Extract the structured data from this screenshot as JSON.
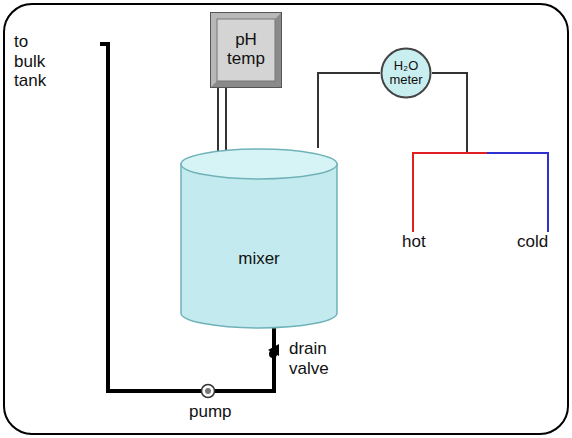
{
  "diagram": {
    "nodes": [
      {
        "text": [
          "pH temp"
        ]
      },
      {
        "text": [
          "H₂O meter"
        ]
      },
      {
        "text": [
          "mixer"
        ]
      }
    ],
    "edges": [
      {
        "from": 0,
        "to": 2,
        "arrow": "none"
      },
      {
        "from": 0,
        "to": 2,
        "arrow": "none"
      },
      {
        "from": 1,
        "to": 2,
        "arrow": "none"
      }
    ],
    "labels": [
      "to bulk tank",
      "hot",
      "cold",
      "drain valve",
      "pump"
    ]
  }
}
